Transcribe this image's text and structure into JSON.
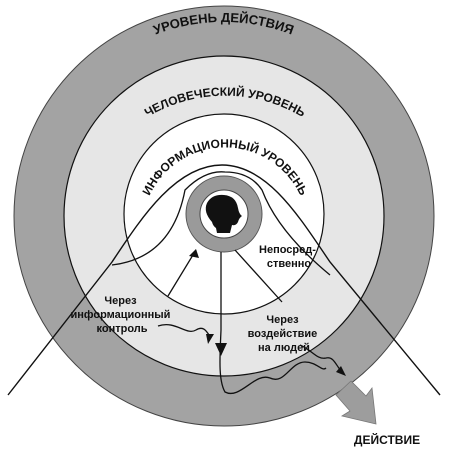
{
  "levels": {
    "action": "УРОВЕНЬ ДЕЙСТВИЯ",
    "human": "ЧЕЛОВЕЧЕСКИЙ УРОВЕНЬ",
    "information": "ИНФОРМАЦИОННЫЙ УРОВЕНЬ"
  },
  "paths": {
    "info_control": [
      "Через",
      "информационный",
      "контроль"
    ],
    "direct": [
      "Непосред-",
      "ственно"
    ],
    "via_people": [
      "Через",
      "воздействие",
      "на людей"
    ]
  },
  "outcome": "ДЕЙСТВИЕ",
  "colors": {
    "outer_ring": "#a3a3a3",
    "middle_ring": "#e6e6e6",
    "inner_ring": "#ffffff",
    "hub_ring": "#9a9a9a",
    "ink": "#111111"
  }
}
